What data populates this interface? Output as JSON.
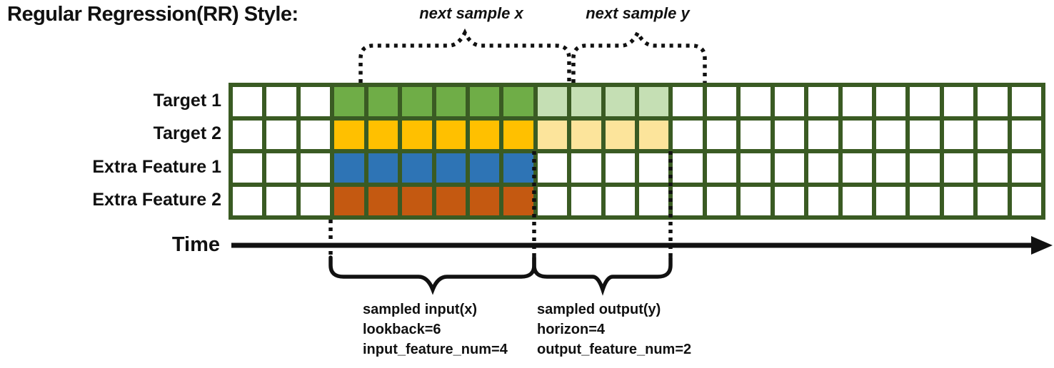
{
  "title": "Regular Regression(RR) Style:",
  "annotations": {
    "next_sample_x": "next sample x",
    "next_sample_y": "next sample y"
  },
  "grid": {
    "border_color": "#3A5B23",
    "empty_cell_color": "#ffffff",
    "total_columns": 24,
    "lead_in_columns": 3,
    "input_columns": 6,
    "output_columns": 4,
    "rows": [
      {
        "label": "Target 1",
        "input_color": "#6FAD47",
        "output_color": "#C5DFB4"
      },
      {
        "label": "Target 2",
        "input_color": "#FFC000",
        "output_color": "#FCE49B"
      },
      {
        "label": "Extra Feature 1",
        "input_color": "#2E74B5",
        "output_color": null
      },
      {
        "label": "Extra Feature 2",
        "input_color": "#C45911",
        "output_color": null
      }
    ]
  },
  "time_axis": {
    "label": "Time"
  },
  "sample_blocks": {
    "input": {
      "lines": [
        "sampled input(x)",
        "lookback=6",
        "input_feature_num=4"
      ]
    },
    "output": {
      "lines": [
        "sampled output(y)",
        "horizon=4",
        "output_feature_num=2"
      ]
    }
  }
}
